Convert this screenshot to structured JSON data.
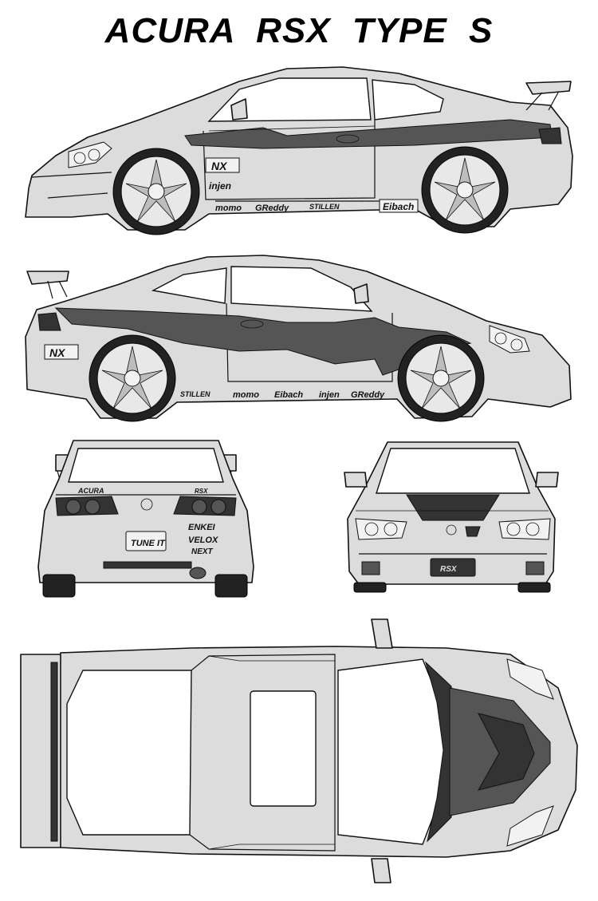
{
  "title": "ACURA  RSX  TYPE S",
  "decals": {
    "nx": "NX",
    "injen": "injen",
    "momo": "momo",
    "greddy": "GReddy",
    "stillen": "STILLEN",
    "eibach": "Eibach",
    "acura": "ACURA",
    "rsx_badge": "RSX",
    "enkei": "ENKEI",
    "velox": "VELOX",
    "next": "NEXT",
    "plate": "TUNE IT"
  }
}
